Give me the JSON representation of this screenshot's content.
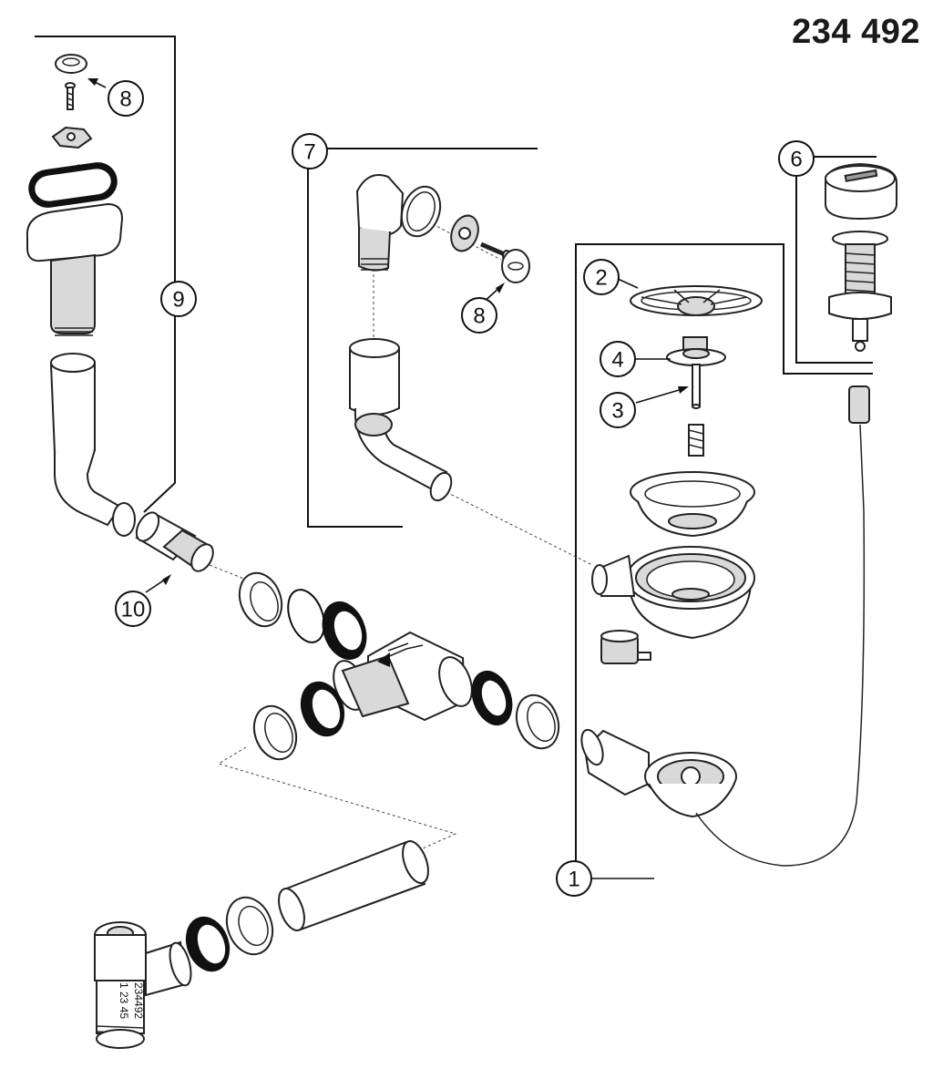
{
  "drawing": {
    "article_number": "234 492",
    "callouts": [
      "1",
      "2",
      "3",
      "4",
      "6",
      "7",
      "8",
      "8",
      "9",
      "10"
    ],
    "fitting_stamp_line1": "234492",
    "fitting_stamp_line2": "1 23 45"
  },
  "colors": {
    "ink": "#111111",
    "seal_black": "#111111",
    "shade": "#d9d9d9"
  }
}
